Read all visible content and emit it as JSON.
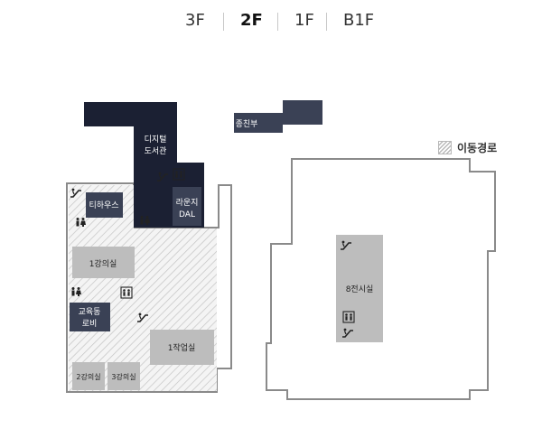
{
  "floor_tabs": [
    {
      "label": "3F",
      "active": false
    },
    {
      "label": "2F",
      "active": true
    },
    {
      "label": "1F",
      "active": false
    },
    {
      "label": "B1F",
      "active": false
    }
  ],
  "legend": {
    "label": "이동경로"
  },
  "rooms": {
    "digital_library_line1": "디지털",
    "digital_library_line2": "도서관",
    "bookstore": "종친부",
    "tea_house": "티하우스",
    "lounge_line1": "라운지",
    "lounge_line2": "DAL",
    "lecture1": "1강의실",
    "edu_lobby_line1": "교육동",
    "edu_lobby_line2": "로비",
    "workshop1": "1작업실",
    "lecture2": "2강의실",
    "lecture3": "3강의실",
    "gallery8": "8전시실"
  },
  "colors": {
    "dark": "#1b2033",
    "navy": "#3a4155",
    "gray": "#bdbdbd",
    "outline": "#8a8a8a",
    "hatch": "#c4c4c4"
  }
}
